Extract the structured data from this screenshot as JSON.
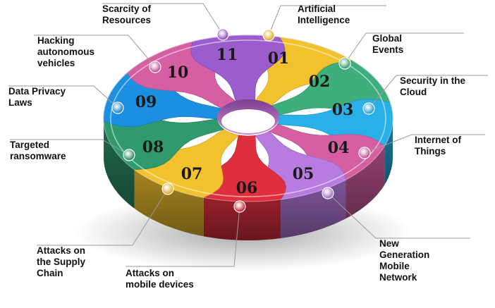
{
  "colors": {
    "yellow": "#f2c12e",
    "green": "#3dae7c",
    "cyan": "#2ab0e8",
    "pink": "#d65fa3",
    "lilac": "#b87be0",
    "red": "#df2f3f",
    "teal": "#2f9a6e",
    "blue": "#1c8fe0",
    "purple": "#9b5ccd"
  },
  "segments": [
    {
      "number": "01",
      "label": "Artificial\nIntelligence",
      "color": "#f2c12e"
    },
    {
      "number": "02",
      "label": "Global\nEvents",
      "color": "#3dae7c"
    },
    {
      "number": "03",
      "label": "Security in the\nCloud",
      "color": "#2ab0e8"
    },
    {
      "number": "04",
      "label": "Internet of\nThings",
      "color": "#d65fa3"
    },
    {
      "number": "05",
      "label": "New\nGeneration\nMobile\nNetwork",
      "color": "#b87be0"
    },
    {
      "number": "06",
      "label": "Attacks on\nmobile devices",
      "color": "#df2f3f"
    },
    {
      "number": "07",
      "label": "Attacks on\nthe Supply\nChain",
      "color": "#f2c12e"
    },
    {
      "number": "08",
      "label": "Targeted\nransomware",
      "color": "#2f9a6e"
    },
    {
      "number": "09",
      "label": "Data  Privacy\nLaws",
      "color": "#1c8fe0"
    },
    {
      "number": "10",
      "label": "Hacking\nautonomous\nvehicles",
      "color": "#d65fa3"
    },
    {
      "number": "11",
      "label": "Scarcity of\nResources",
      "color": "#9b5ccd"
    }
  ]
}
